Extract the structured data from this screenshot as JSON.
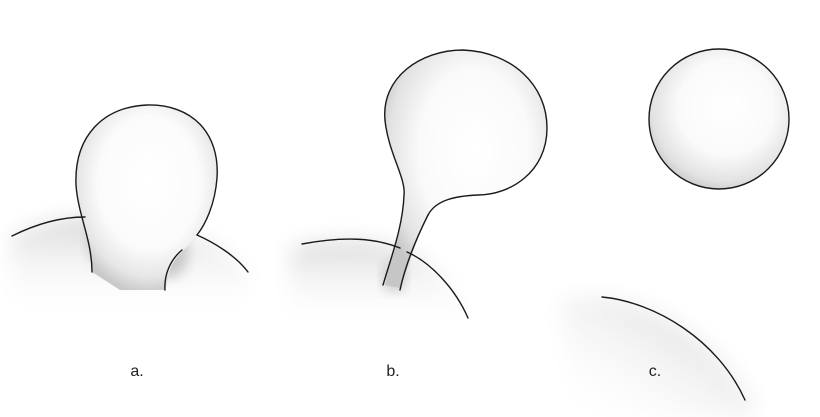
{
  "panels": [
    {
      "id": "a",
      "label": "a."
    },
    {
      "id": "b",
      "label": "b."
    },
    {
      "id": "c",
      "label": "c."
    }
  ],
  "colors": {
    "outline": "#1a1a1a",
    "shade": "#9a9a9a",
    "highlight": "#ffffff",
    "background": "#ffffff"
  }
}
